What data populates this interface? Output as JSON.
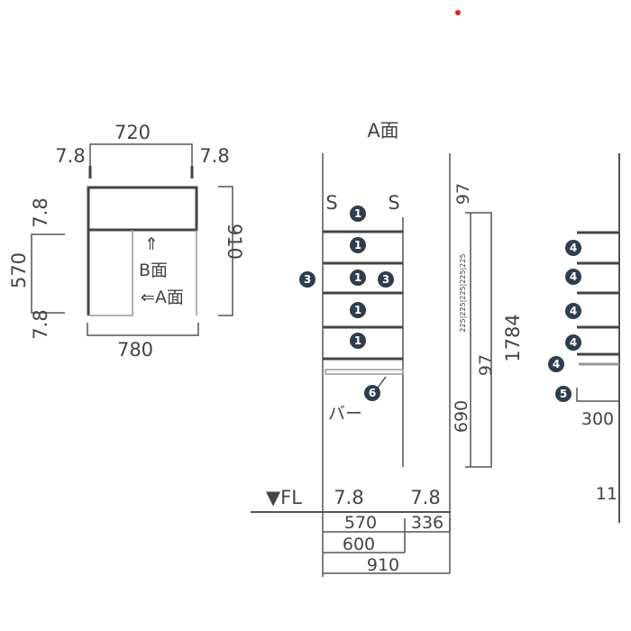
{
  "plan": {
    "width_top": "720",
    "side_left": "7.8",
    "side_right": "7.8",
    "depth_total": "910",
    "depth_lower": "570",
    "offset_top": "7.8",
    "offset_bottom": "7.8",
    "width_bottom": "780",
    "arrow_up": "⇑",
    "face_b": "B面",
    "face_a": "⇐A面"
  },
  "elevation_a": {
    "title": "A面",
    "s_left": "S",
    "s_right": "S",
    "badges": {
      "shelf": "1",
      "side": "3",
      "bar": "6"
    },
    "bar_label": "バー",
    "dim_top": "97",
    "dim_pitch": "225|225|225|225|225",
    "dim_mid": "97",
    "dim_floor": "690",
    "dim_total": "1784",
    "fl_label": "▼FL",
    "fl_left": "7.8",
    "fl_right": "7.8",
    "bottom_row1_a": "570",
    "bottom_row1_b": "336",
    "bottom_row2": "600",
    "bottom_row3": "910"
  },
  "side_view": {
    "badges": {
      "shelf": "4",
      "bar": "5"
    },
    "depth": "300",
    "cut_label": "11"
  },
  "colors": {
    "badge": "#2f3d4d",
    "line": "#555555",
    "mark": "#e02020"
  }
}
